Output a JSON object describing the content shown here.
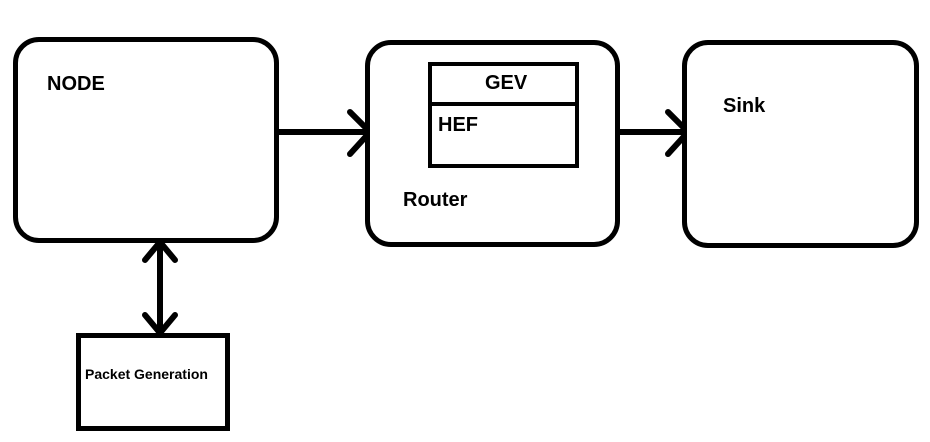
{
  "diagram": {
    "node": {
      "label": "NODE"
    },
    "router": {
      "label": "Router",
      "table_top": "GEV",
      "table_bottom": "HEF"
    },
    "sink": {
      "label": "Sink"
    },
    "packet_generation": {
      "label": "Packet Generation"
    }
  },
  "connections": [
    {
      "from": "NODE",
      "to": "Router",
      "direction": "forward"
    },
    {
      "from": "Router",
      "to": "Sink",
      "direction": "forward"
    },
    {
      "from": "NODE",
      "to": "Packet Generation",
      "direction": "bidirectional"
    }
  ],
  "colors": {
    "stroke": "#000000",
    "background": "#ffffff"
  }
}
